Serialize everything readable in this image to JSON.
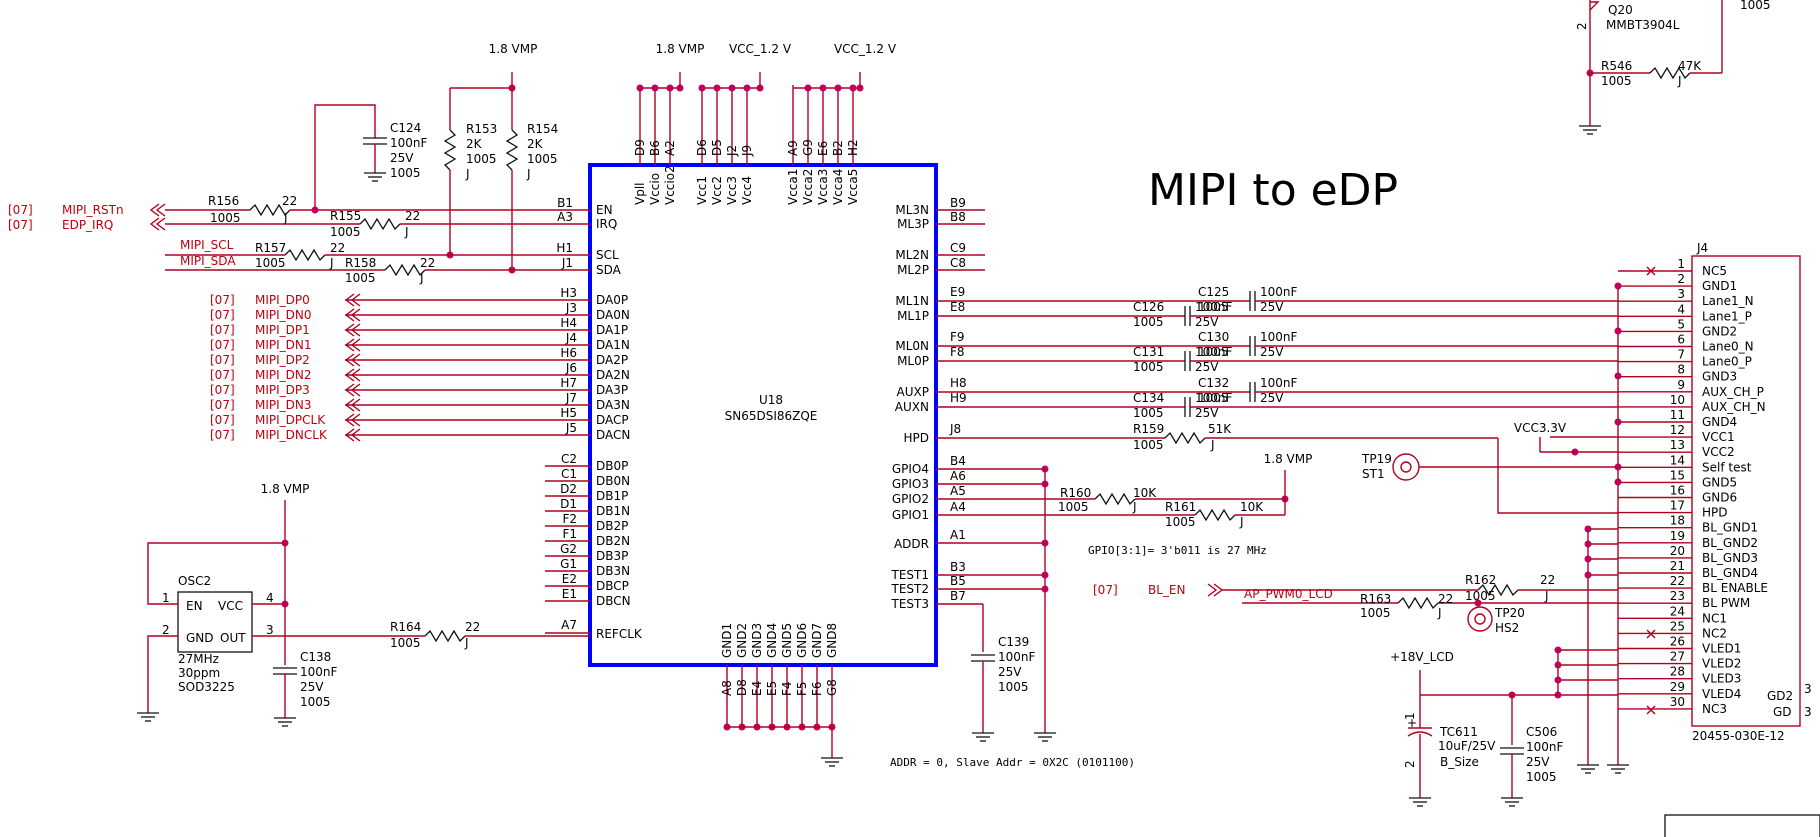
{
  "title": "MIPI to eDP",
  "notes": {
    "gpio": "GPIO[3:1]= 3'b011 is 27 MHz",
    "addr": "ADDR = 0, Slave Addr = 0X2C (0101100)"
  },
  "rails": {
    "vmp18": "1.8 VMP",
    "vcc12": "VCC_1.2 V",
    "vcc33": "VCC3.3V",
    "v18lcd": "+18V_LCD"
  },
  "nets": {
    "ref": "[07]",
    "mipi_rstn": "MIPI_RSTn",
    "edp_irq": "EDP_IRQ",
    "mipi_scl": "MIPI_SCL",
    "mipi_sda": "MIPI_SDA",
    "bl_en": "BL_EN",
    "ap_pwm": "AP_PWM0_LCD",
    "mipi_inputs": [
      "MIPI_DP0",
      "MIPI_DN0",
      "MIPI_DP1",
      "MIPI_DN1",
      "MIPI_DP2",
      "MIPI_DN2",
      "MIPI_DP3",
      "MIPI_DN3",
      "MIPI_DPCLK",
      "MIPI_DNCLK"
    ]
  },
  "u18": {
    "ref": "U18",
    "part": "SN65DSI86ZQE",
    "top_pin_nums": [
      "D9",
      "B6",
      "A2",
      "D6",
      "D5",
      "J2",
      "J9",
      "A9",
      "G9",
      "E6",
      "B2",
      "H2"
    ],
    "top_pin_names": [
      "Vpll",
      "Vccio",
      "Vccio2",
      "Vcc1",
      "Vcc2",
      "Vcc3",
      "Vcc4",
      "Vcca1",
      "Vcca2",
      "Vcca3",
      "Vcca4",
      "Vcca5"
    ],
    "bottom_pin_nums": [
      "A8",
      "D8",
      "E4",
      "E5",
      "F4",
      "F5",
      "F6",
      "G8"
    ],
    "bottom_pin_names": [
      "GND1",
      "GND2",
      "GND3",
      "GND4",
      "GND5",
      "GND6",
      "GND7",
      "GND8"
    ],
    "left_ctrl_nums": [
      "B1",
      "A3",
      "H1",
      "J1"
    ],
    "left_ctrl_names": [
      "EN",
      "IRQ",
      "SCL",
      "SDA"
    ],
    "left_da_nums": [
      "H3",
      "J3",
      "H4",
      "J4",
      "H6",
      "J6",
      "H7",
      "J7",
      "H5",
      "J5"
    ],
    "left_da_names": [
      "DA0P",
      "DA0N",
      "DA1P",
      "DA1N",
      "DA2P",
      "DA2N",
      "DA3P",
      "DA3N",
      "DACP",
      "DACN"
    ],
    "left_db_nums": [
      "C2",
      "C1",
      "D2",
      "D1",
      "F2",
      "F1",
      "G2",
      "G1",
      "E2",
      "E1"
    ],
    "left_db_names": [
      "DB0P",
      "DB0N",
      "DB1P",
      "DB1N",
      "DB2P",
      "DB2N",
      "DB3P",
      "DB3N",
      "DBCP",
      "DBCN"
    ],
    "refclk_num": "A7",
    "refclk_name": "REFCLK",
    "right_ml_nums": [
      "B9",
      "B8",
      "C9",
      "C8"
    ],
    "right_ml_names": [
      "ML3N",
      "ML3P",
      "ML2N",
      "ML2P"
    ],
    "right_mid_nums": [
      "E9",
      "E8",
      "F9",
      "F8",
      "H8",
      "H9",
      "J8"
    ],
    "right_mid_names": [
      "ML1N",
      "ML1P",
      "ML0N",
      "ML0P",
      "AUXP",
      "AUXN",
      "HPD"
    ],
    "right_gpio_nums": [
      "B4",
      "A6",
      "A5",
      "A4"
    ],
    "right_gpio_names": [
      "GPIO4",
      "GPIO3",
      "GPIO2",
      "GPIO1"
    ],
    "addr_num": "A1",
    "addr_name": "ADDR",
    "test_nums": [
      "B3",
      "B5",
      "B7"
    ],
    "test_names": [
      "TEST1",
      "TEST2",
      "TEST3"
    ]
  },
  "parts": {
    "c124": {
      "ref": "C124",
      "val": "100nF",
      "v": "25V",
      "size": "1005"
    },
    "r153": {
      "ref": "R153",
      "val": "2K",
      "size": "1005",
      "tol": "J"
    },
    "r154": {
      "ref": "R154",
      "val": "2K",
      "size": "1005",
      "tol": "J"
    },
    "r156": {
      "ref": "R156",
      "val": "22",
      "size": "1005",
      "tol": "J"
    },
    "r155": {
      "ref": "R155",
      "val": "22",
      "size": "1005",
      "tol": "J"
    },
    "r157": {
      "ref": "R157",
      "val": "22",
      "size": "1005",
      "tol": "J"
    },
    "r158": {
      "ref": "R158",
      "val": "22",
      "size": "1005",
      "tol": "J"
    },
    "osc2": {
      "ref": "OSC2",
      "en": "EN",
      "vcc": "VCC",
      "gnd": "GND",
      "out": "OUT",
      "p1": "1",
      "p2": "2",
      "p3": "3",
      "p4": "4",
      "freq": "27MHz",
      "ppm": "30ppm",
      "pkg": "SOD3225"
    },
    "c138": {
      "ref": "C138",
      "val": "100nF",
      "v": "25V",
      "size": "1005"
    },
    "r164": {
      "ref": "R164",
      "val": "22",
      "size": "1005",
      "tol": "J"
    },
    "c139": {
      "ref": "C139",
      "val": "100nF",
      "v": "25V",
      "size": "1005"
    },
    "c125": {
      "ref": "C125",
      "val": "100nF",
      "v": "25V",
      "size": "1005"
    },
    "c126": {
      "ref": "C126",
      "val": "100nF",
      "v": "25V",
      "size": "1005"
    },
    "c130": {
      "ref": "C130",
      "val": "100nF",
      "v": "25V",
      "size": "1005"
    },
    "c131": {
      "ref": "C131",
      "val": "100nF",
      "v": "25V",
      "size": "1005"
    },
    "c132": {
      "ref": "C132",
      "val": "100nF",
      "v": "25V",
      "size": "1005"
    },
    "c134": {
      "ref": "C134",
      "val": "100nF",
      "v": "25V",
      "size": "1005"
    },
    "r159": {
      "ref": "R159",
      "val": "51K",
      "size": "1005",
      "tol": "J"
    },
    "r160": {
      "ref": "R160",
      "val": "10K",
      "size": "1005",
      "tol": "J"
    },
    "r161": {
      "ref": "R161",
      "val": "10K",
      "size": "1005",
      "tol": "J"
    },
    "tp19": {
      "ref": "TP19",
      "type": "ST1"
    },
    "tp20": {
      "ref": "TP20",
      "type": "HS2"
    },
    "r162": {
      "ref": "R162",
      "val": "22",
      "size": "1005",
      "tol": "J"
    },
    "r163": {
      "ref": "R163",
      "val": "22",
      "size": "1005",
      "tol": "J"
    },
    "tc611": {
      "ref": "TC611",
      "val": "10uF/25V",
      "size": "B_Size",
      "p1": "1",
      "p2": "2",
      "plus": "+"
    },
    "c506": {
      "ref": "C506",
      "val": "100nF",
      "v": "25V",
      "size": "1005"
    },
    "q20": {
      "ref": "Q20",
      "part": "MMBT3904L",
      "pin": "2"
    },
    "r546": {
      "ref": "R546",
      "val": "47K",
      "size": "1005",
      "tol": "J"
    },
    "topright_size": "1005"
  },
  "j4": {
    "ref": "J4",
    "part": "20455-030E-12",
    "pin_nums": [
      "1",
      "2",
      "3",
      "4",
      "5",
      "6",
      "7",
      "8",
      "9",
      "10",
      "11",
      "12",
      "13",
      "14",
      "15",
      "16",
      "17",
      "18",
      "19",
      "20",
      "21",
      "22",
      "23",
      "24",
      "25",
      "26",
      "27",
      "28",
      "29",
      "30"
    ],
    "pin_names": [
      "NC5",
      "GND1",
      "Lane1_N",
      "Lane1_P",
      "GND2",
      "Lane0_N",
      "Lane0_P",
      "GND3",
      "AUX_CH_P",
      "AUX_CH_N",
      "GND4",
      "VCC1",
      "VCC2",
      "Self test",
      "GND5",
      "GND6",
      "HPD",
      "BL_GND1",
      "BL_GND2",
      "BL_GND3",
      "BL_GND4",
      "BL ENABLE",
      "BL PWM",
      "NC1",
      "NC2",
      "VLED1",
      "VLED2",
      "VLED3",
      "VLED4",
      "NC3"
    ],
    "gd2": "GD2",
    "gd": "GD",
    "gd_num": "3"
  }
}
